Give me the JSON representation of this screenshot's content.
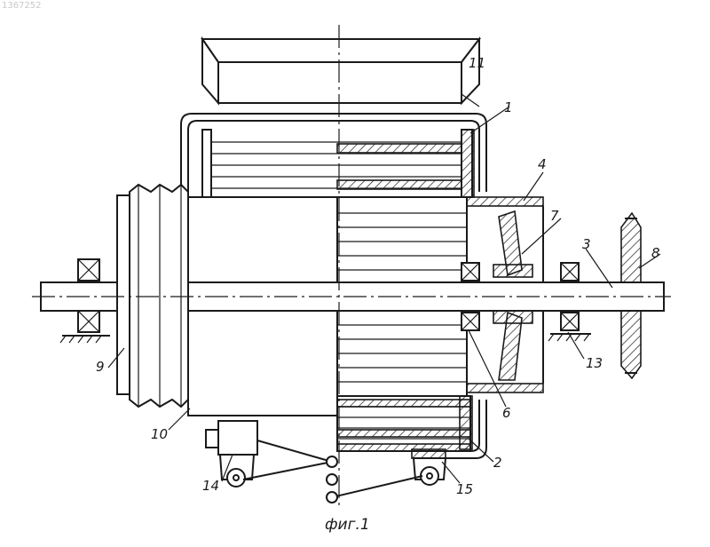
{
  "document_number": "1367252",
  "caption": "фиг.1",
  "labels": [
    "1",
    "2",
    "3",
    "4",
    "6",
    "7",
    "8",
    "9",
    "10",
    "11",
    "13",
    "14",
    "15"
  ]
}
